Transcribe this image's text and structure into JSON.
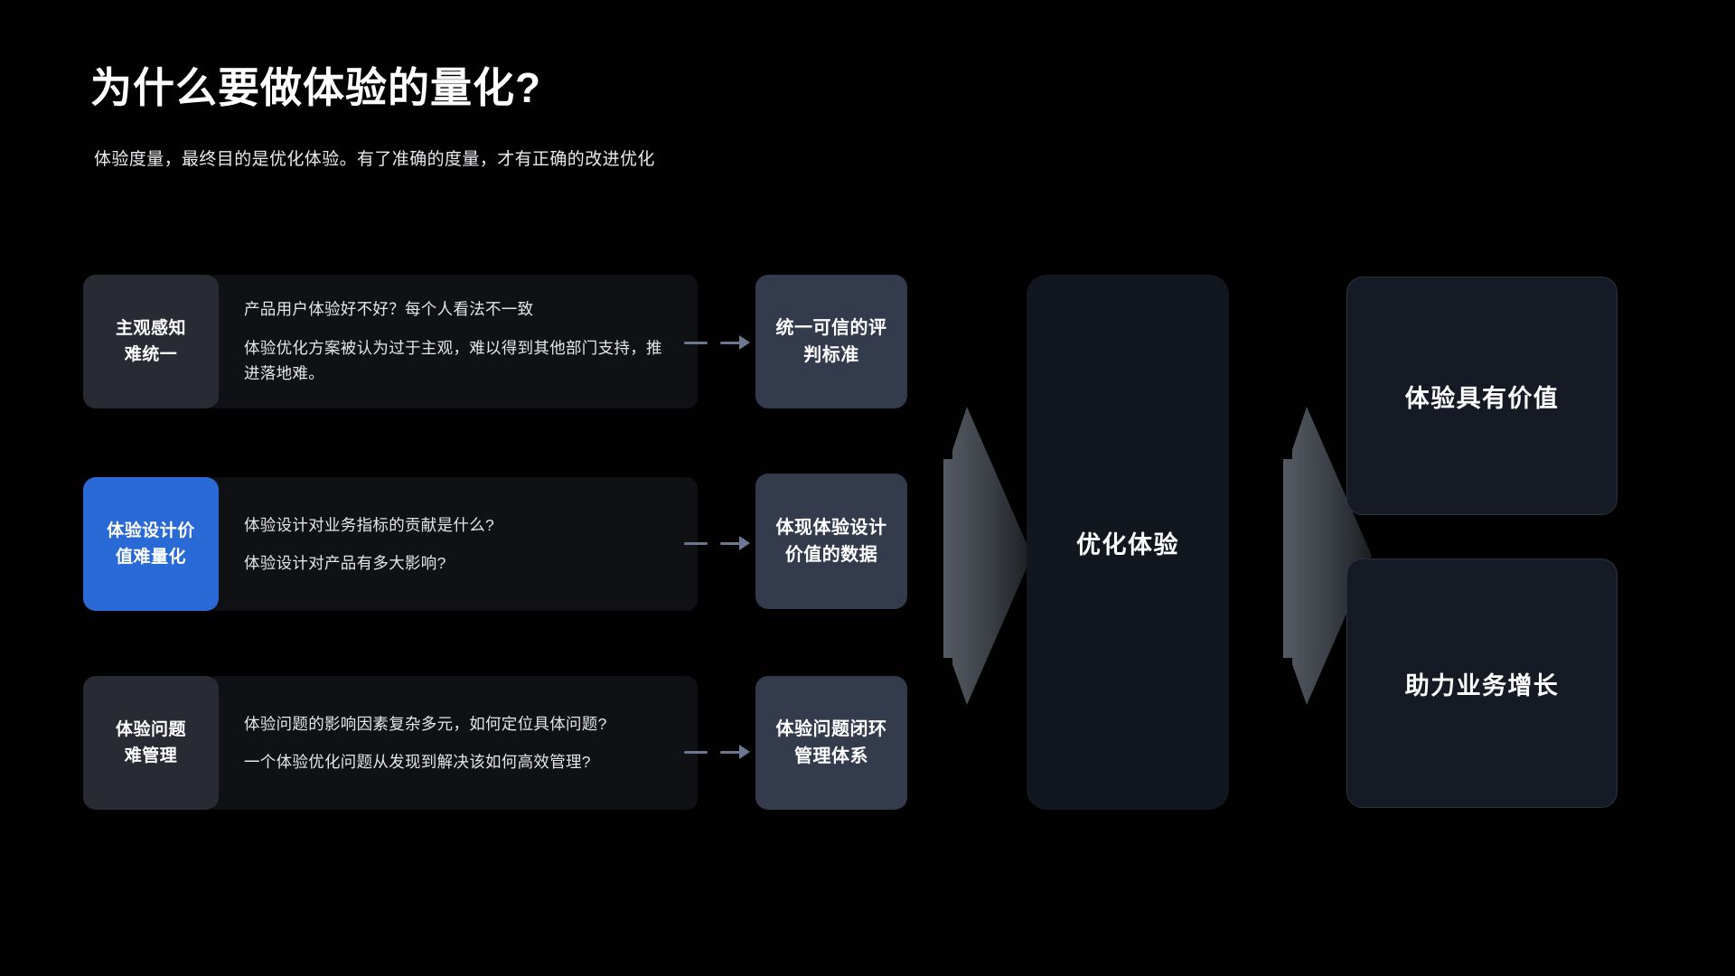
{
  "header": {
    "title": "为什么要做体验的量化?",
    "subtitle": "体验度量，最终目的是优化体验。有了准确的度量，才有正确的改进优化"
  },
  "colors": {
    "background": "#010101",
    "accent_blue": "#2a6ad6",
    "label_card": "#282b33",
    "body_panel": "#101114",
    "mid_card": "#343b4d",
    "pillar_card": "#12161f",
    "result_card": "#151a24",
    "result_border": "#2b3342",
    "connector": "#6e7791",
    "text_primary": "#ffffff",
    "text_secondary": "#e4e6ea"
  },
  "problems": [
    {
      "label": "主观感知\n难统一",
      "highlighted": false,
      "lines": [
        "产品用户体验好不好？每个人看法不一致",
        "体验优化方案被认为过于主观，难以得到其他部门支持，推进落地难。"
      ],
      "outcome": "统一可信的评\n判标准"
    },
    {
      "label": "体验设计价\n值难量化",
      "highlighted": true,
      "lines": [
        "体验设计对业务指标的贡献是什么?",
        "体验设计对产品有多大影响?"
      ],
      "outcome": "体现体验设计\n价值的数据"
    },
    {
      "label": "体验问题\n难管理",
      "highlighted": false,
      "lines": [
        "体验问题的影响因素复杂多元，如何定位具体问题?",
        "一个体验优化问题从发现到解决该如何高效管理?"
      ],
      "outcome": "体验问题闭环\n管理体系"
    }
  ],
  "center": {
    "label": "优化体验"
  },
  "results": [
    {
      "label": "体验具有价值"
    },
    {
      "label": "助力业务增长"
    }
  ]
}
